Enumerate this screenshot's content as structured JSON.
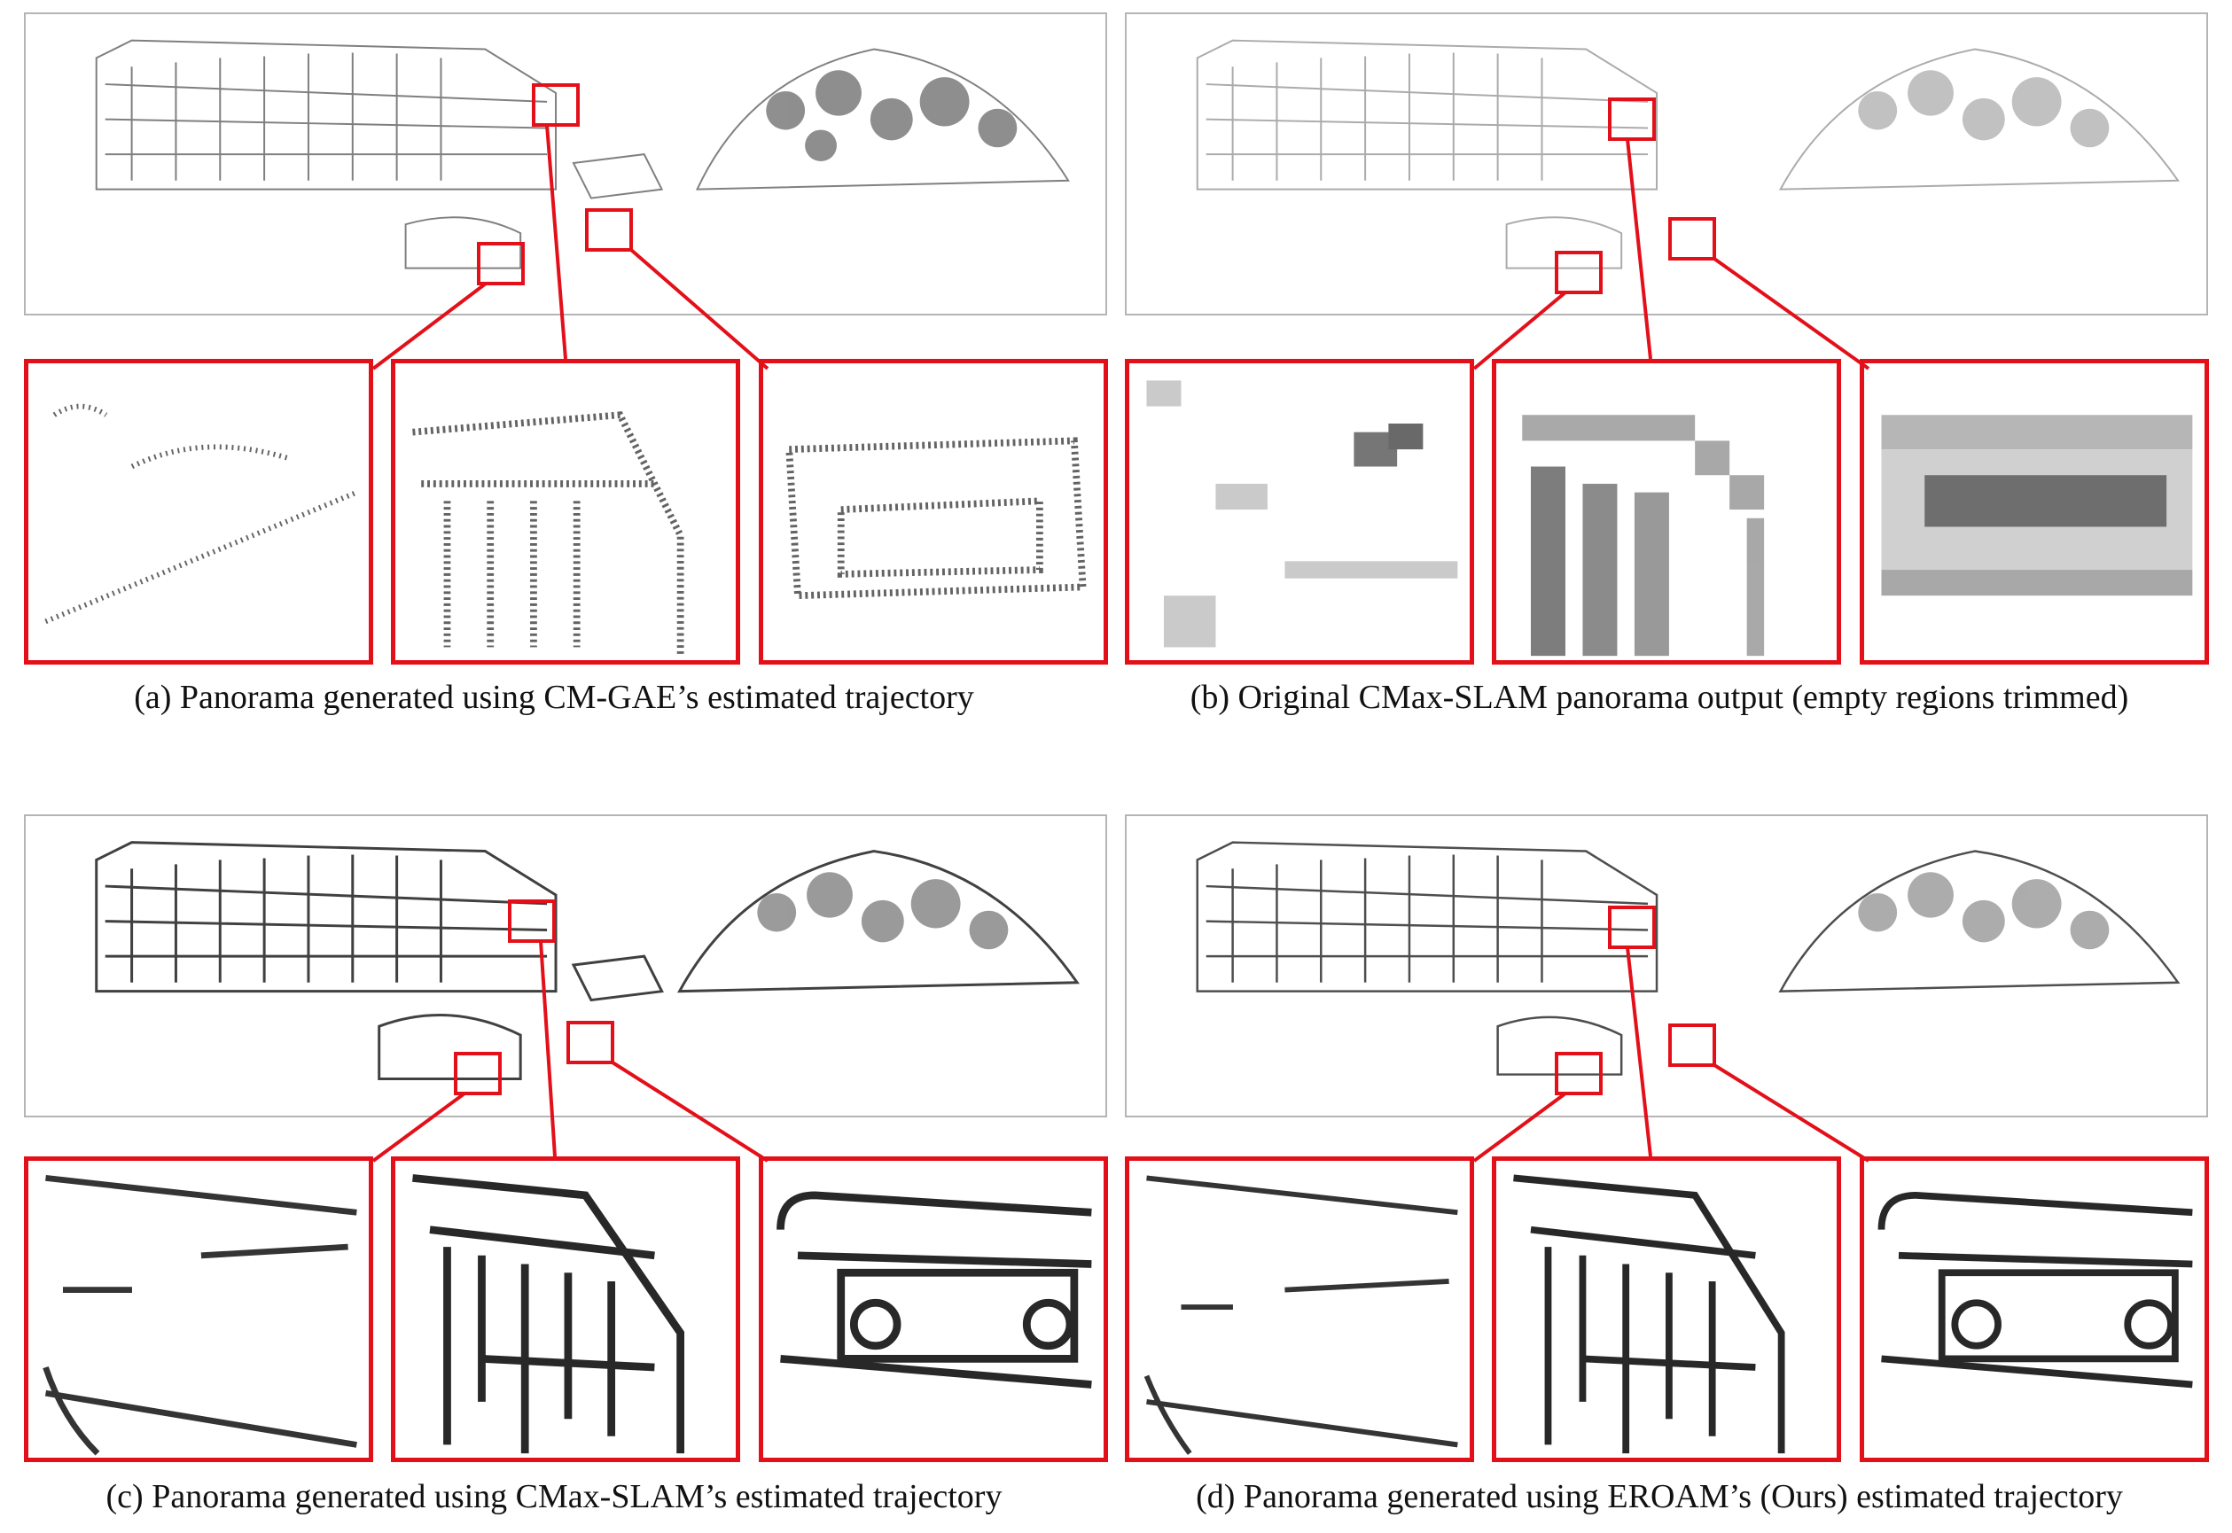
{
  "figure": {
    "panels": [
      {
        "id": "a",
        "caption": "(a) Panorama generated using CM-GAE’s estimated trajectory",
        "render_style": "sparse-noisy"
      },
      {
        "id": "b",
        "caption": "(b) Original CMax-SLAM panorama output (empty regions trimmed)",
        "render_style": "pixelated-gray"
      },
      {
        "id": "c",
        "caption": "(c) Panorama generated using CMax-SLAM’s estimated trajectory",
        "render_style": "sharp-dense"
      },
      {
        "id": "d",
        "caption": "(d) Panorama generated using EROAM’s (Ours) estimated trajectory",
        "render_style": "sharp-clean"
      }
    ],
    "highlight_color": "#e3101a",
    "frame_color": "#b5b5b5"
  }
}
